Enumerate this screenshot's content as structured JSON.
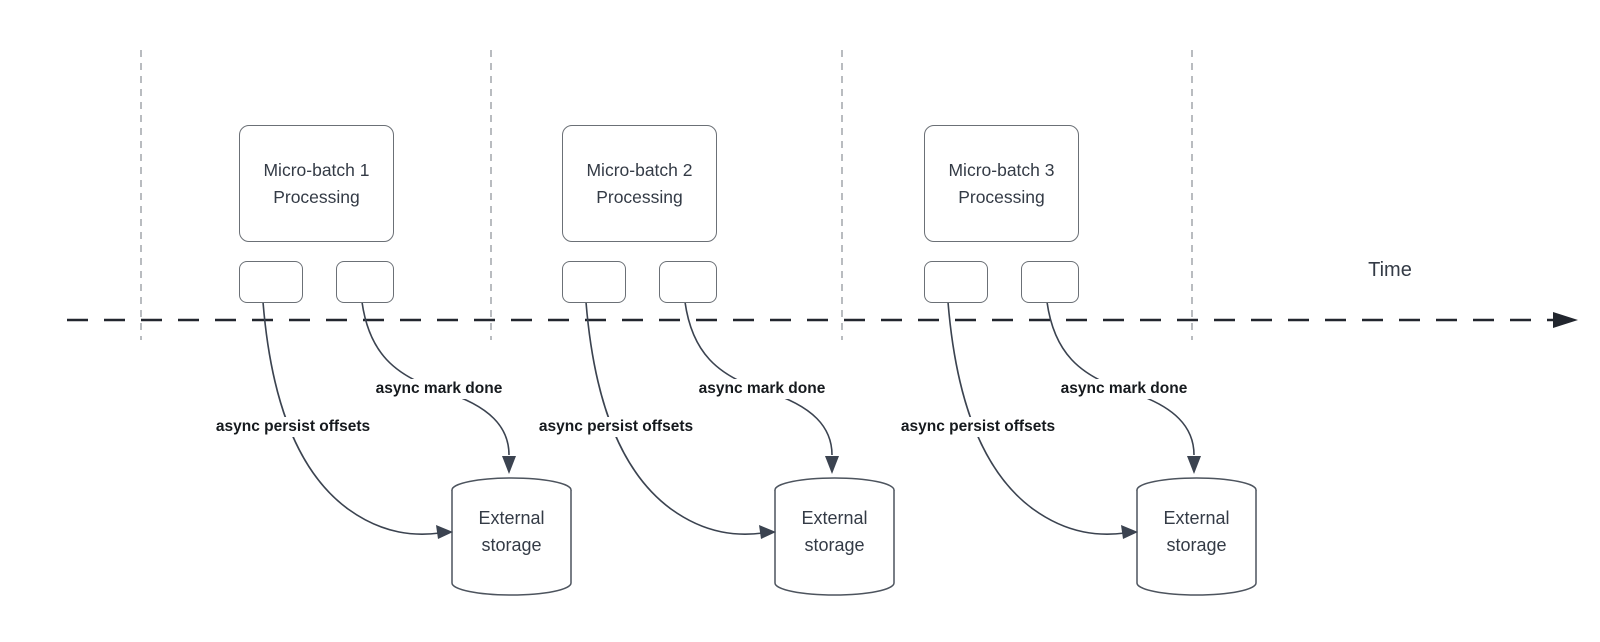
{
  "timeline": {
    "label": "Time"
  },
  "groups": [
    {
      "box_title_line1": "Micro-batch 1",
      "box_title_line2": "Processing",
      "persist_label": "async persist offsets",
      "mark_done_label": "async mark done",
      "storage_line1": "External",
      "storage_line2": "storage"
    },
    {
      "box_title_line1": "Micro-batch 2",
      "box_title_line2": "Processing",
      "persist_label": "async persist offsets",
      "mark_done_label": "async mark done",
      "storage_line1": "External",
      "storage_line2": "storage"
    },
    {
      "box_title_line1": "Micro-batch 3",
      "box_title_line2": "Processing",
      "persist_label": "async persist offsets",
      "mark_done_label": "async mark done",
      "storage_line1": "External",
      "storage_line2": "storage"
    }
  ],
  "colors": {
    "timeline_stroke": "#22262e",
    "gridline_stroke": "#b9bcc0",
    "shape_stroke": "#6b7076",
    "cylinder_stroke": "#4d545e",
    "arrow_stroke": "#3b4350",
    "label_text": "#161a1e",
    "shape_text": "#343b46"
  }
}
